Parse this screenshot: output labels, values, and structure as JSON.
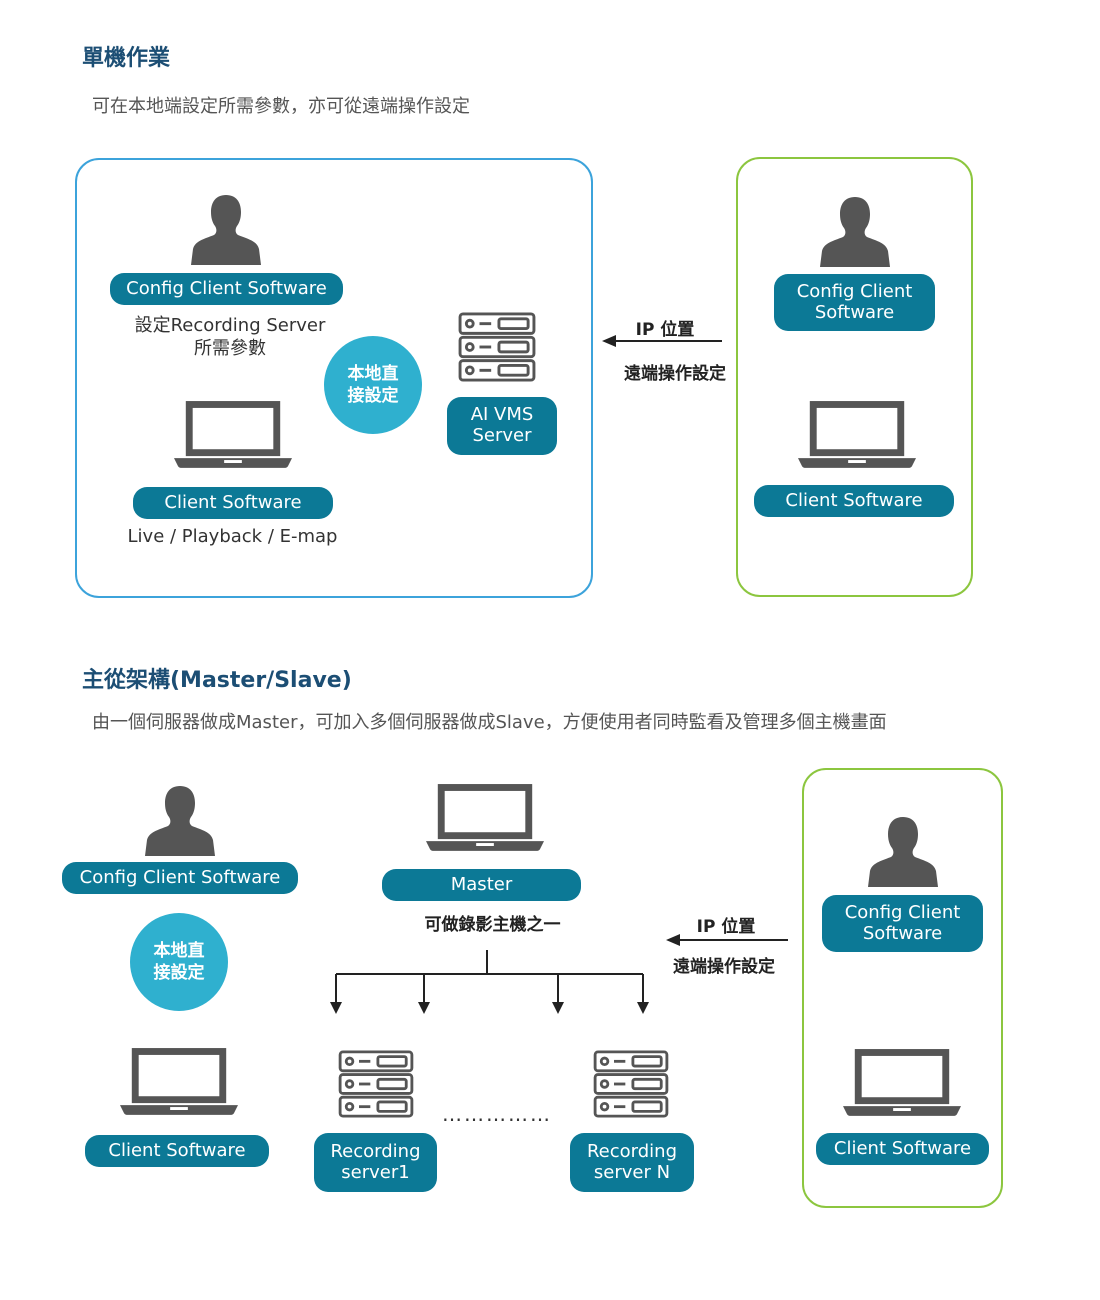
{
  "colors": {
    "title": "#1c4e74",
    "pill": "#0c7996",
    "circle": "#2fb0cf",
    "icon": "#555555",
    "blue_frame": "#3ca3db",
    "green_frame": "#8cc63f"
  },
  "section1": {
    "title": "單機作業",
    "description": "可在本地端設定所需參數，亦可從遠端操作設定",
    "local": {
      "config_client_label": "Config Client Software",
      "config_caption": "設定Recording Server\n所需參數",
      "local_circle": "本地直\n接設定",
      "client_label": "Client Software",
      "client_caption": "Live / Playback / E-map",
      "server_label": "AI VMS\nServer"
    },
    "arrow": {
      "top": "IP 位置",
      "bottom": "遠端操作設定"
    },
    "remote": {
      "config_client_label": "Config Client\nSoftware",
      "client_label": "Client Software"
    }
  },
  "section2": {
    "title": "主從架構(Master/Slave)",
    "description": "由一個伺服器做成Master，可加入多個伺服器做成Slave，方便使用者同時監看及管理多個主機畫面",
    "left": {
      "config_client_label": "Config Client Software",
      "local_circle": "本地直\n接設定",
      "client_label": "Client Software"
    },
    "master": {
      "label": "Master",
      "caption": "可做錄影主機之一"
    },
    "servers": [
      {
        "label": "Recording\nserver1"
      },
      {
        "label": "Recording\nserver N"
      }
    ],
    "ellipsis": "……………",
    "arrow": {
      "top": "IP 位置",
      "bottom": "遠端操作設定"
    },
    "remote": {
      "config_client_label": "Config Client\nSoftware",
      "client_label": "Client Software"
    }
  },
  "icons": [
    "user-icon",
    "laptop-icon",
    "server-icon"
  ]
}
